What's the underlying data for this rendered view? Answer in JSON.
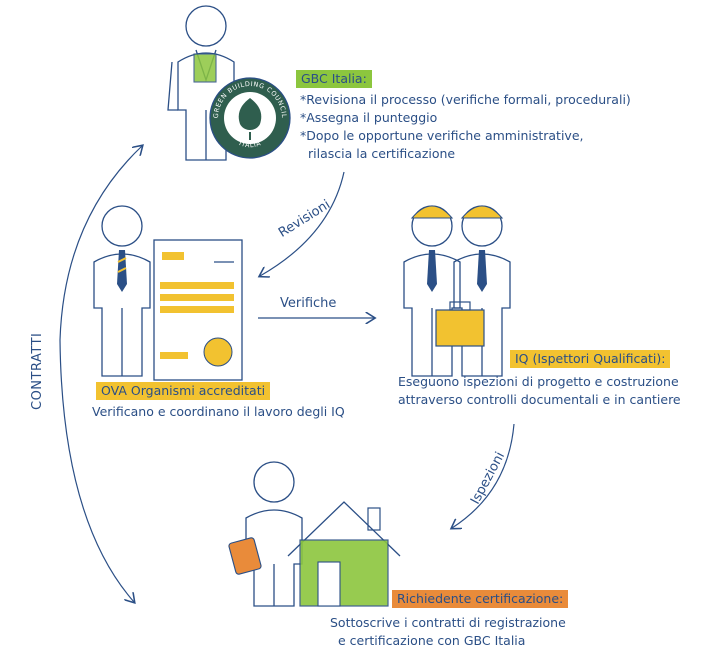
{
  "colors": {
    "ink": "#2b4f86",
    "green": "#8cc63e",
    "yellow": "#f2c230",
    "orange": "#e98b3a",
    "dark_green": "#2f5e4e"
  },
  "gbc": {
    "title": "GBC Italia:",
    "lines": [
      "*Revisiona il processo (verifiche formali, procedurali)",
      "*Assegna il punteggio",
      "*Dopo le opportune verifiche amministrative,",
      "rilascia la certificazione"
    ],
    "seal_top": "GREEN BUILDING COUNCIL",
    "seal_bottom": "ITALIA"
  },
  "ova": {
    "title": "OVA Organismi accreditati",
    "desc": "Verificano e coordinano il lavoro degli IQ"
  },
  "iq": {
    "title": "IQ (Ispettori Qualificati):",
    "lines": [
      "Eseguono ispezioni di progetto e costruzione",
      "attraverso controlli documentali e in cantiere"
    ]
  },
  "richiedente": {
    "title": "Richiedente certificazione:",
    "lines": [
      "Sottoscrive i contratti di registrazione",
      "e certificazione con GBC Italia"
    ]
  },
  "arrows": {
    "revisioni": "Revisioni",
    "verifiche": "Verifiche",
    "ispezioni": "Ispezioni",
    "contratti": "CONTRATTI"
  }
}
